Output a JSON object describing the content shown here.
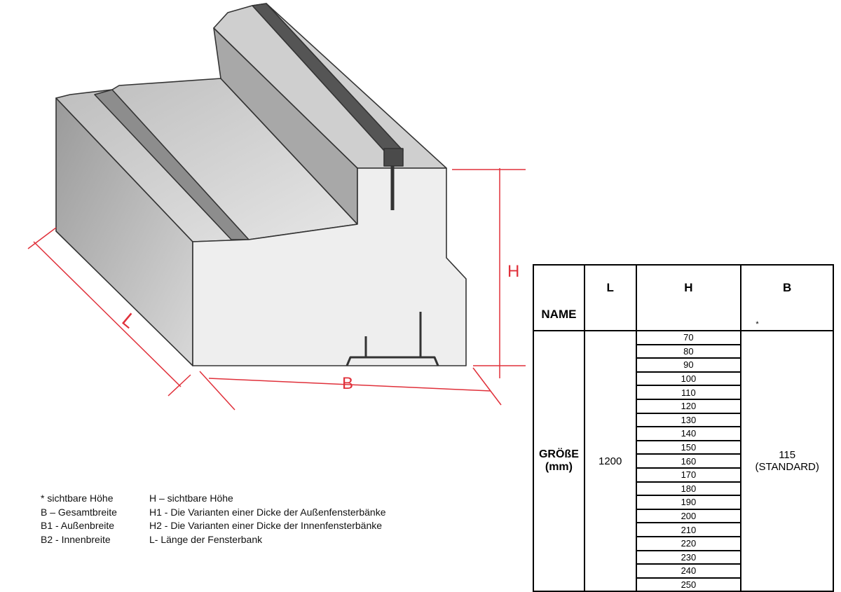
{
  "drawing": {
    "labels": {
      "L": "L",
      "B": "B",
      "H": "H"
    },
    "colors": {
      "dimension": "#e0303a",
      "pencil": "#3a3a3a"
    }
  },
  "legend": {
    "left": [
      "* sichtbare Höhe",
      "B – Gesamtbreite",
      "B1  - Außenbreite",
      "B2  - Innenbreite"
    ],
    "right": [
      "H – sichtbare Höhe",
      "H1 - Die Varianten einer Dicke der Außenfensterbänke",
      "H2 - Die Varianten einer Dicke der Innenfensterbänke",
      "L-  Länge der Fensterbank"
    ]
  },
  "table": {
    "headers": {
      "name": "NAME",
      "l": "L",
      "h": "H",
      "b": "B",
      "b_star": "*"
    },
    "row_label": {
      "line1": "GRÖßE",
      "line2": "(mm)"
    },
    "l_value": "1200",
    "h_values": [
      "70",
      "80",
      "90",
      "100",
      "110",
      "120",
      "130",
      "140",
      "150",
      "160",
      "170",
      "180",
      "190",
      "200",
      "210",
      "220",
      "230",
      "240",
      "250"
    ],
    "b_value": {
      "line1": "115",
      "line2": "(STANDARD)"
    }
  }
}
